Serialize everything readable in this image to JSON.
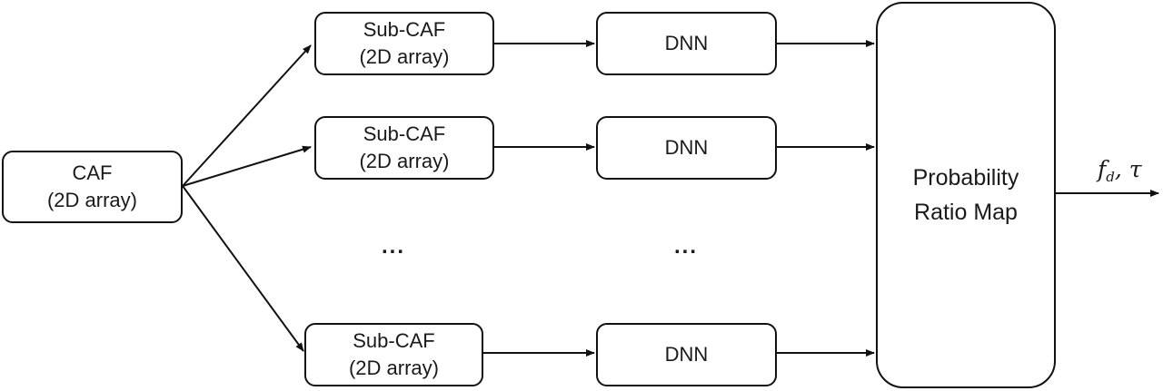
{
  "input": {
    "line1": "CAF",
    "line2": "(2D array)"
  },
  "branches": [
    {
      "sub_line1": "Sub-CAF",
      "sub_line2": "(2D array)",
      "dnn": "DNN"
    },
    {
      "sub_line1": "Sub-CAF",
      "sub_line2": "(2D array)",
      "dnn": "DNN"
    },
    {
      "sub_line1": "Sub-CAF",
      "sub_line2": "(2D array)",
      "dnn": "DNN"
    }
  ],
  "ellipsis": "...",
  "output_block": {
    "line1": "Probability",
    "line2": "Ratio Map"
  },
  "output_label": {
    "f": "f",
    "sub": "d",
    "rest": ", τ"
  }
}
